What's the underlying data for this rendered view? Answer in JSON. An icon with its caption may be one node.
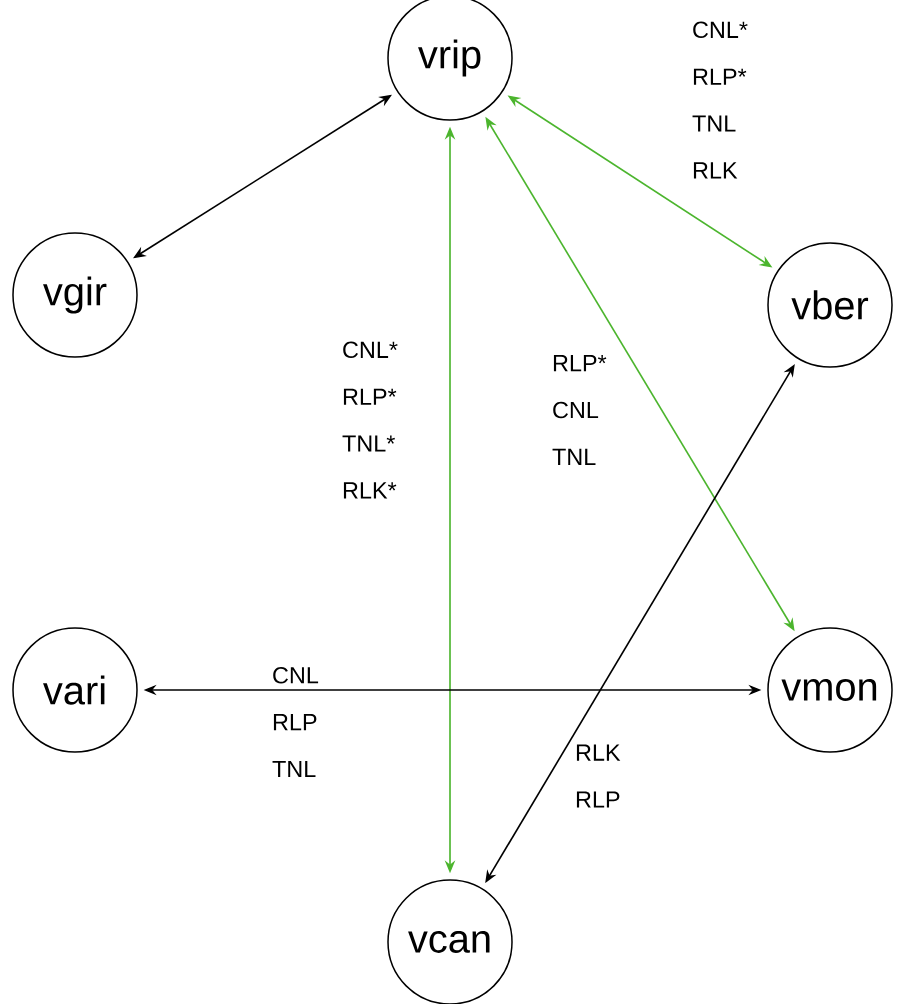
{
  "diagram": {
    "nodes": [
      {
        "text": [
          "vrip"
        ]
      },
      {
        "text": [
          "vgir"
        ]
      },
      {
        "text": [
          "vber"
        ]
      },
      {
        "text": [
          "vari"
        ]
      },
      {
        "text": [
          "vmon"
        ]
      },
      {
        "text": [
          "vcan"
        ]
      }
    ],
    "edges": [
      {
        "from": 1,
        "to": 0,
        "arrow": "both"
      },
      {
        "from": 0,
        "to": 2,
        "arrow": "both",
        "label": "CNL* RLP* TNL RLK",
        "color": "#4cb52e"
      },
      {
        "from": 0,
        "to": 5,
        "arrow": "both",
        "label": "CNL* RLP* TNL* RLK*",
        "color": "#4cb52e"
      },
      {
        "from": 0,
        "to": 4,
        "arrow": "both",
        "label": "RLP* CNL TNL",
        "color": "#4cb52e"
      },
      {
        "from": 3,
        "to": 4,
        "arrow": "both",
        "label": "CNL RLP TNL"
      },
      {
        "from": 5,
        "to": 2,
        "arrow": "both",
        "label": "RLK RLP"
      }
    ]
  }
}
